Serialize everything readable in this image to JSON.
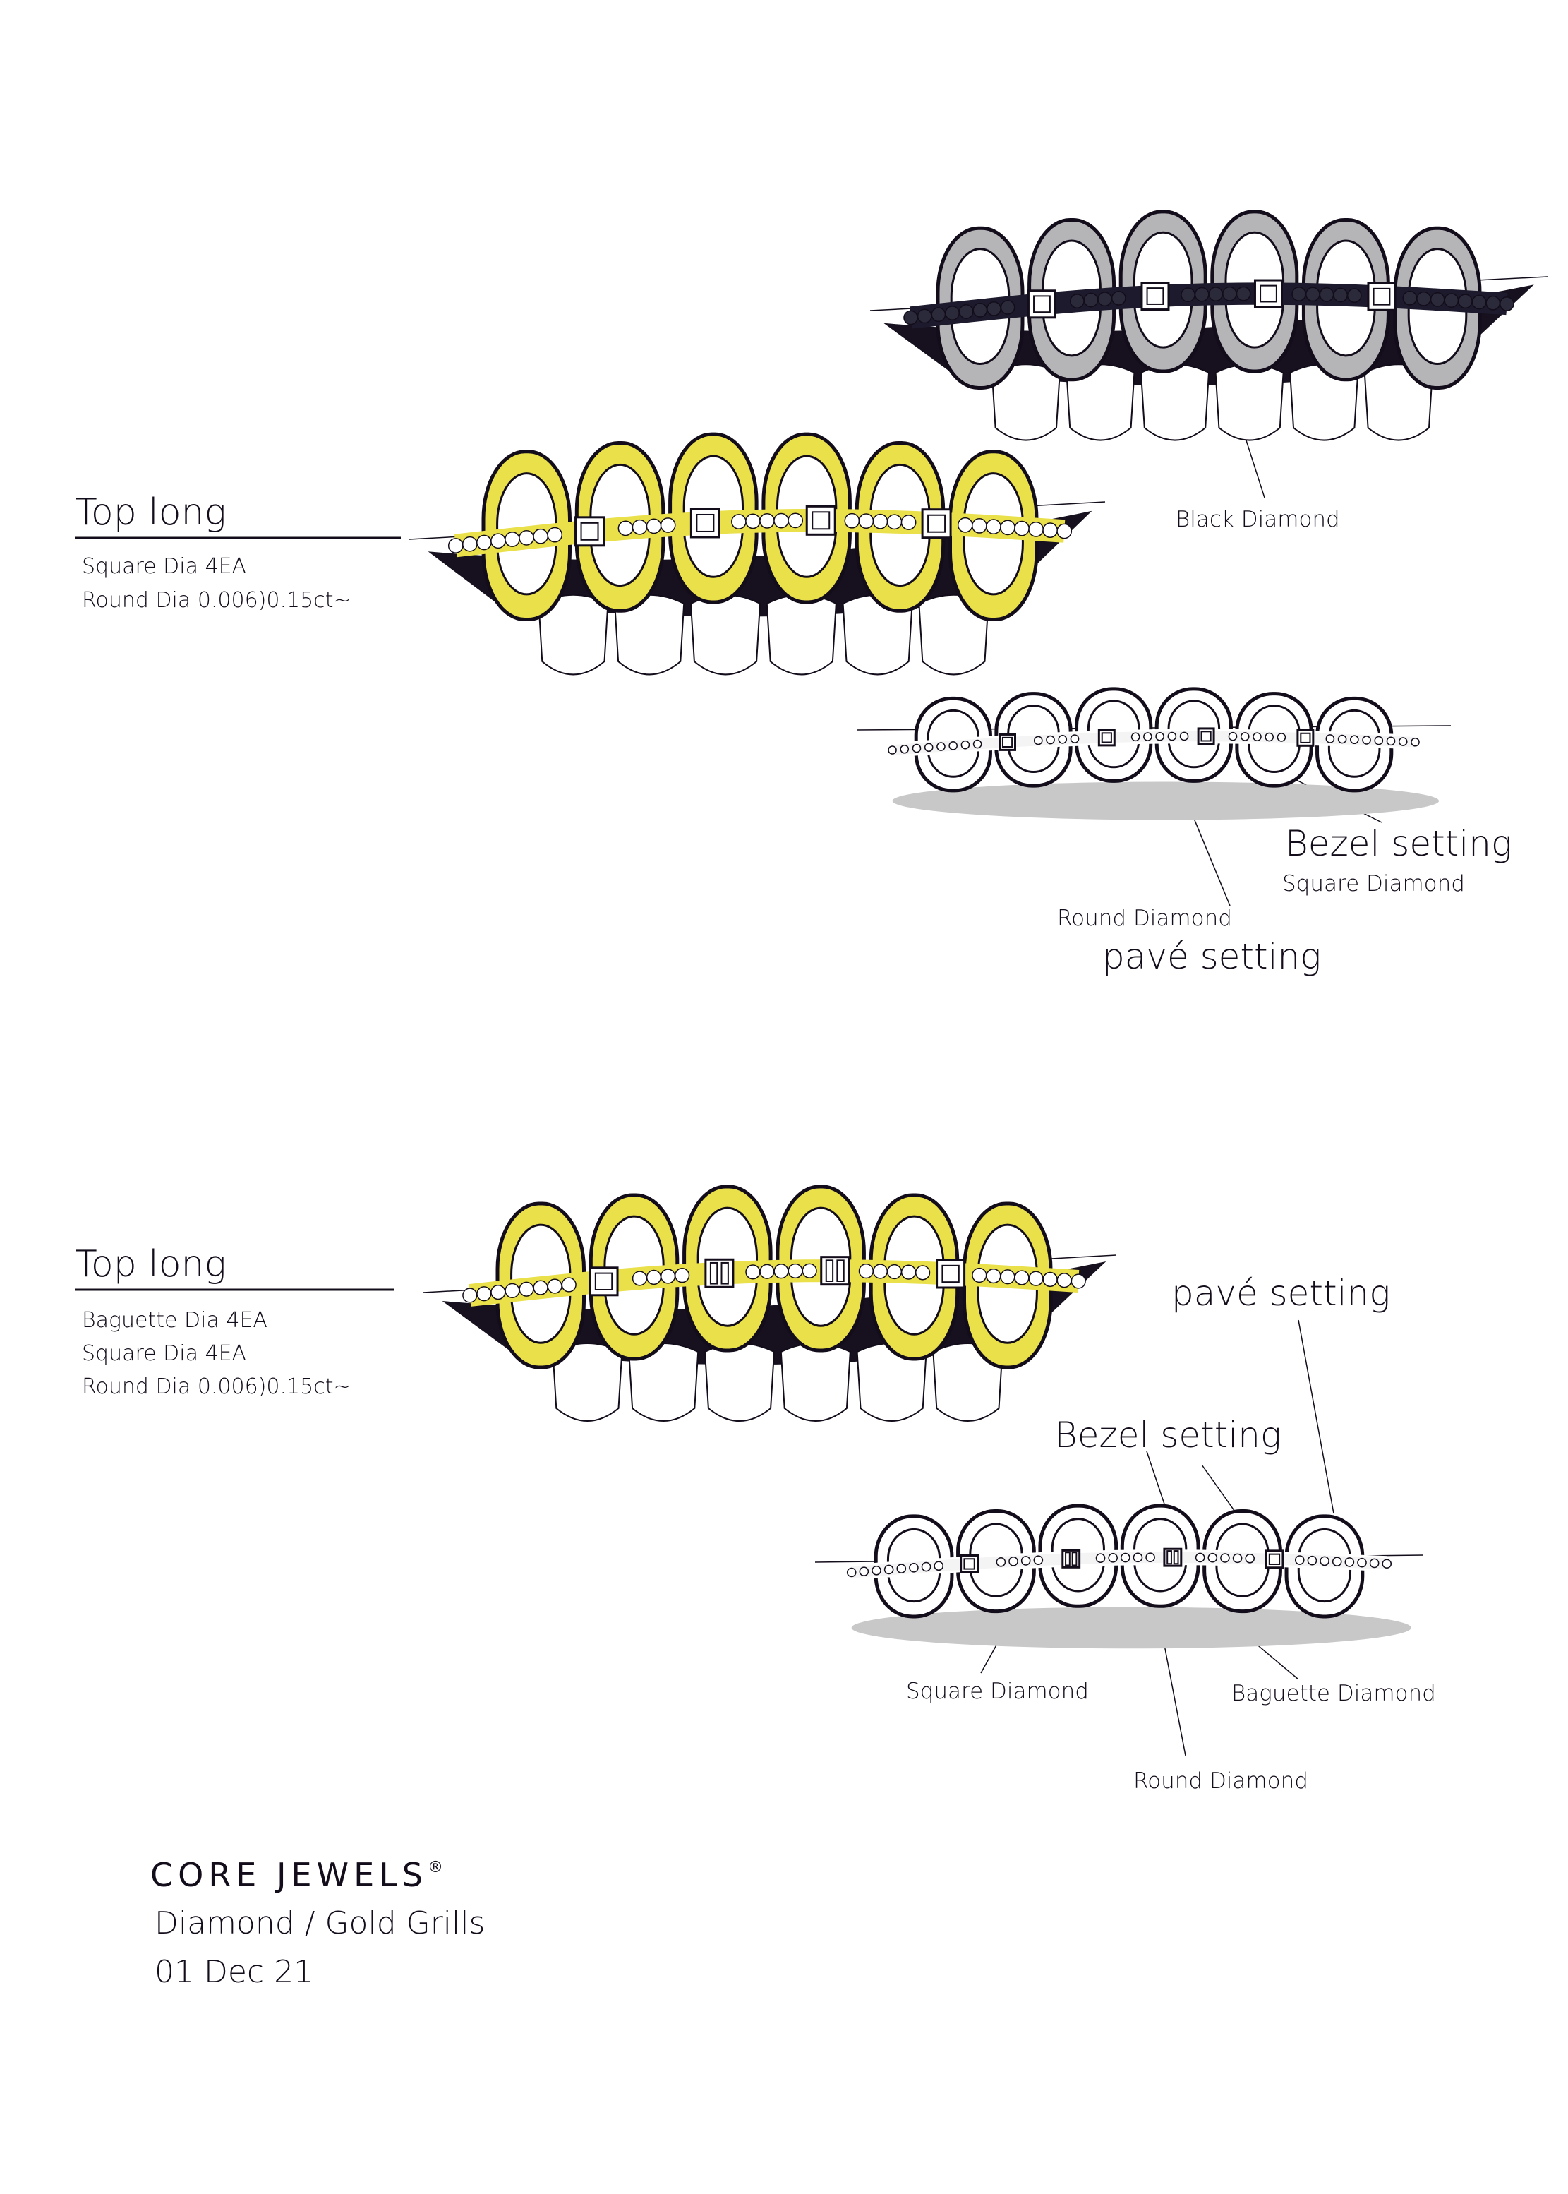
{
  "colors": {
    "gold": "#e9e04a",
    "gold_light": "#f5f1a8",
    "ink": "#130c1a",
    "mouth": "#16101f",
    "shadow": "#c8c8c8",
    "black_metal": "#b5b5b8",
    "chain": "#1c1a2c"
  },
  "sheet1": {
    "title": "Top long",
    "specs": [
      "Square Dia 4EA",
      "Round Dia 0.006)0.15ct~"
    ],
    "black_grill_label": "Black Diamond",
    "detail_labels": {
      "bezel": "Bezel setting",
      "square": "Square Diamond",
      "round": "Round Diamond",
      "pave": "pavé setting"
    },
    "stones": [
      "square",
      "square",
      "square",
      "square"
    ]
  },
  "sheet2": {
    "title": "Top long",
    "specs": [
      "Baguette Dia 4EA",
      "Square Dia 4EA",
      "Round Dia 0.006)0.15ct~"
    ],
    "detail_labels": {
      "pave": "pavé setting",
      "bezel": "Bezel setting",
      "square": "Square Diamond",
      "baguette": "Baguette Diamond",
      "round": "Round Diamond"
    },
    "stones": [
      "square",
      "baguette",
      "baguette",
      "square"
    ]
  },
  "footer": {
    "brand": "CORE JEWELS",
    "registered": "®",
    "subtitle": "Diamond / Gold Grills",
    "date": "01 Dec 21"
  }
}
